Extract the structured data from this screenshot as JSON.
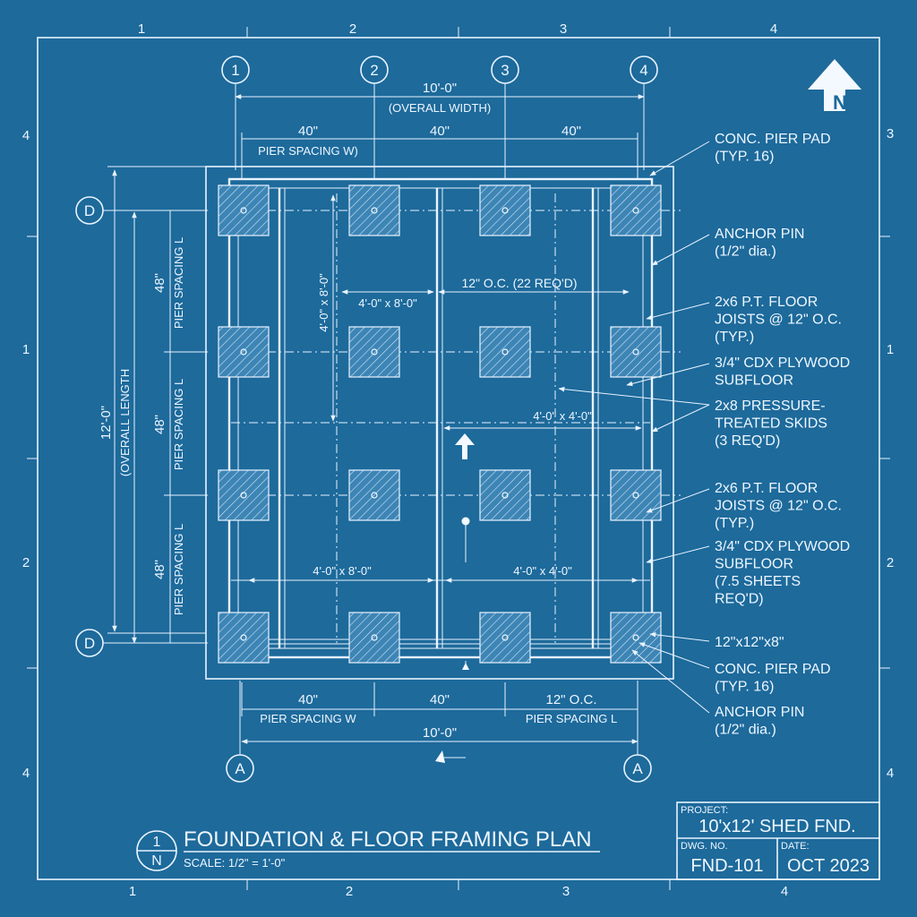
{
  "grid": {
    "top": [
      "1",
      "2",
      "3",
      "4"
    ],
    "bottom": [
      "1",
      "2",
      "3",
      "4"
    ],
    "left": [
      "4",
      "1",
      "2",
      "4"
    ],
    "right": [
      "3",
      "1",
      "2",
      "4"
    ]
  },
  "column_bubbles": [
    "1",
    "2",
    "3",
    "4"
  ],
  "row_bubbles": {
    "top": "D",
    "bottom": "D"
  },
  "bottom_bubbles": [
    "A",
    "A"
  ],
  "north_arrow": "N",
  "dimensions": {
    "top_overall": "10'-0\"",
    "top_overall_note": "(OVERALL WIDTH)",
    "top_spacing": [
      "40\"",
      "40\"",
      "40\""
    ],
    "pier_spacing_w": "PIER SPACING W)",
    "left_overall": "12'-0\"",
    "left_overall_note": "(OVERALL LENGTH",
    "left_spacing": [
      "48\"",
      "48\"",
      "48\""
    ],
    "pier_spacing_l": "PIER SPACING L",
    "bottom_spacing": [
      "40\"",
      "40\"",
      "12\" O.C."
    ],
    "bottom_spacing_labels": [
      "PIER SPACING W",
      "PIER SPACING L"
    ],
    "bottom_overall": "10'-0\""
  },
  "interior": {
    "joist_note": "12\" O.C. (22 REQ'D)",
    "sheet_top_left": "4'-0\" x 8'-0\"",
    "vertical_sheet": "4'-0\" x 8'-0\"",
    "sheet_middle_right": "4'-0\" x 4'-0\"",
    "sheet_bottom_left": "4'-0\" x 8'-0\"",
    "sheet_bottom_right": "4'-0\" x 4'-0\""
  },
  "callouts": [
    "CONC. PIER PAD\n(TYP. 16)",
    "ANCHOR PIN\n(1/2\" dia.)",
    "2x6 P.T. FLOOR\nJOISTS @ 12\" O.C.\n(TYP.)",
    "3/4\" CDX PLYWOOD\nSUBFLOOR",
    "2x8 PRESSURE-\nTREATED SKIDS\n(3 REQ'D)",
    "2x6 P.T. FLOOR\nJOISTS @ 12\" O.C.\n(TYP.)",
    "3/4\" CDX PLYWOOD\nSUBFLOOR\n(7.5 SHEETS\nREQ'D)",
    "12\"x12\"x8\"",
    "CONC. PIER PAD\n(TYP. 16)",
    "ANCHOR PIN\n(1/2\" dia.)"
  ],
  "title": {
    "bubble_top": "1",
    "bubble_bottom": "N",
    "text": "FOUNDATION & FLOOR FRAMING PLAN",
    "scale": "SCALE: 1/2\" = 1'-0\""
  },
  "title_block": {
    "project_label": "PROJECT:",
    "project_value": "10'x12' SHED FND.",
    "dwg_label": "DWG. NO.",
    "dwg_value": "FND-101",
    "date_label": "DATE:",
    "date_value": "OCT 2023"
  }
}
